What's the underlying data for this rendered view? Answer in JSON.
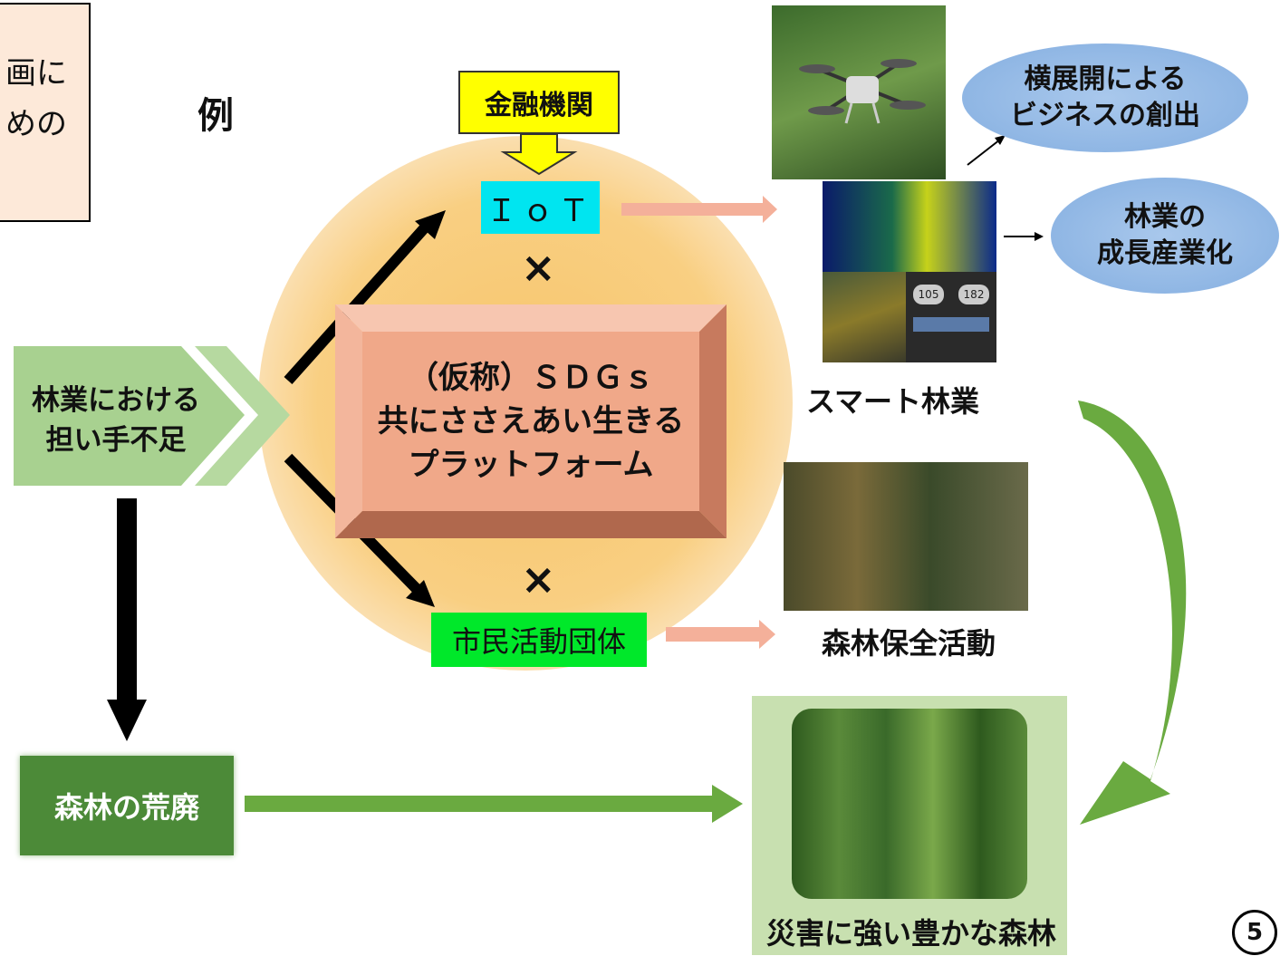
{
  "top_box": {
    "line1": "画に",
    "line2": "めの"
  },
  "example_label": "例",
  "financial_institution": "金融機関",
  "iot": "ＩｏＴ",
  "times_symbol": "×",
  "platform": {
    "line1": "（仮称）ＳＤＧｓ",
    "line2": "共にささえあい生きる",
    "line3": "プラットフォーム"
  },
  "civic_group": "市民活動団体",
  "shortage": {
    "line1": "林業における",
    "line2": "担い手不足"
  },
  "forest_decline": "森林の荒廃",
  "smart_forestry": "スマート林業",
  "forest_conservation": "森林保全活動",
  "rich_forest": "災害に強い豊かな森林",
  "business_creation": {
    "line1": "横展開による",
    "line2": "ビジネスの創出"
  },
  "growth_industry": {
    "line1": "林業の",
    "line2": "成長産業化"
  },
  "page_number": "5",
  "screen_readouts": {
    "left": "105",
    "right": "182"
  },
  "colors": {
    "bank": "#ffff00",
    "iot": "#00e5f0",
    "civic": "#00e82a",
    "platform": "#f0a889",
    "green_arrow": "#6aaa40",
    "salmon_arrow": "#f4b09a",
    "ellipse": "#8fb6e4"
  }
}
